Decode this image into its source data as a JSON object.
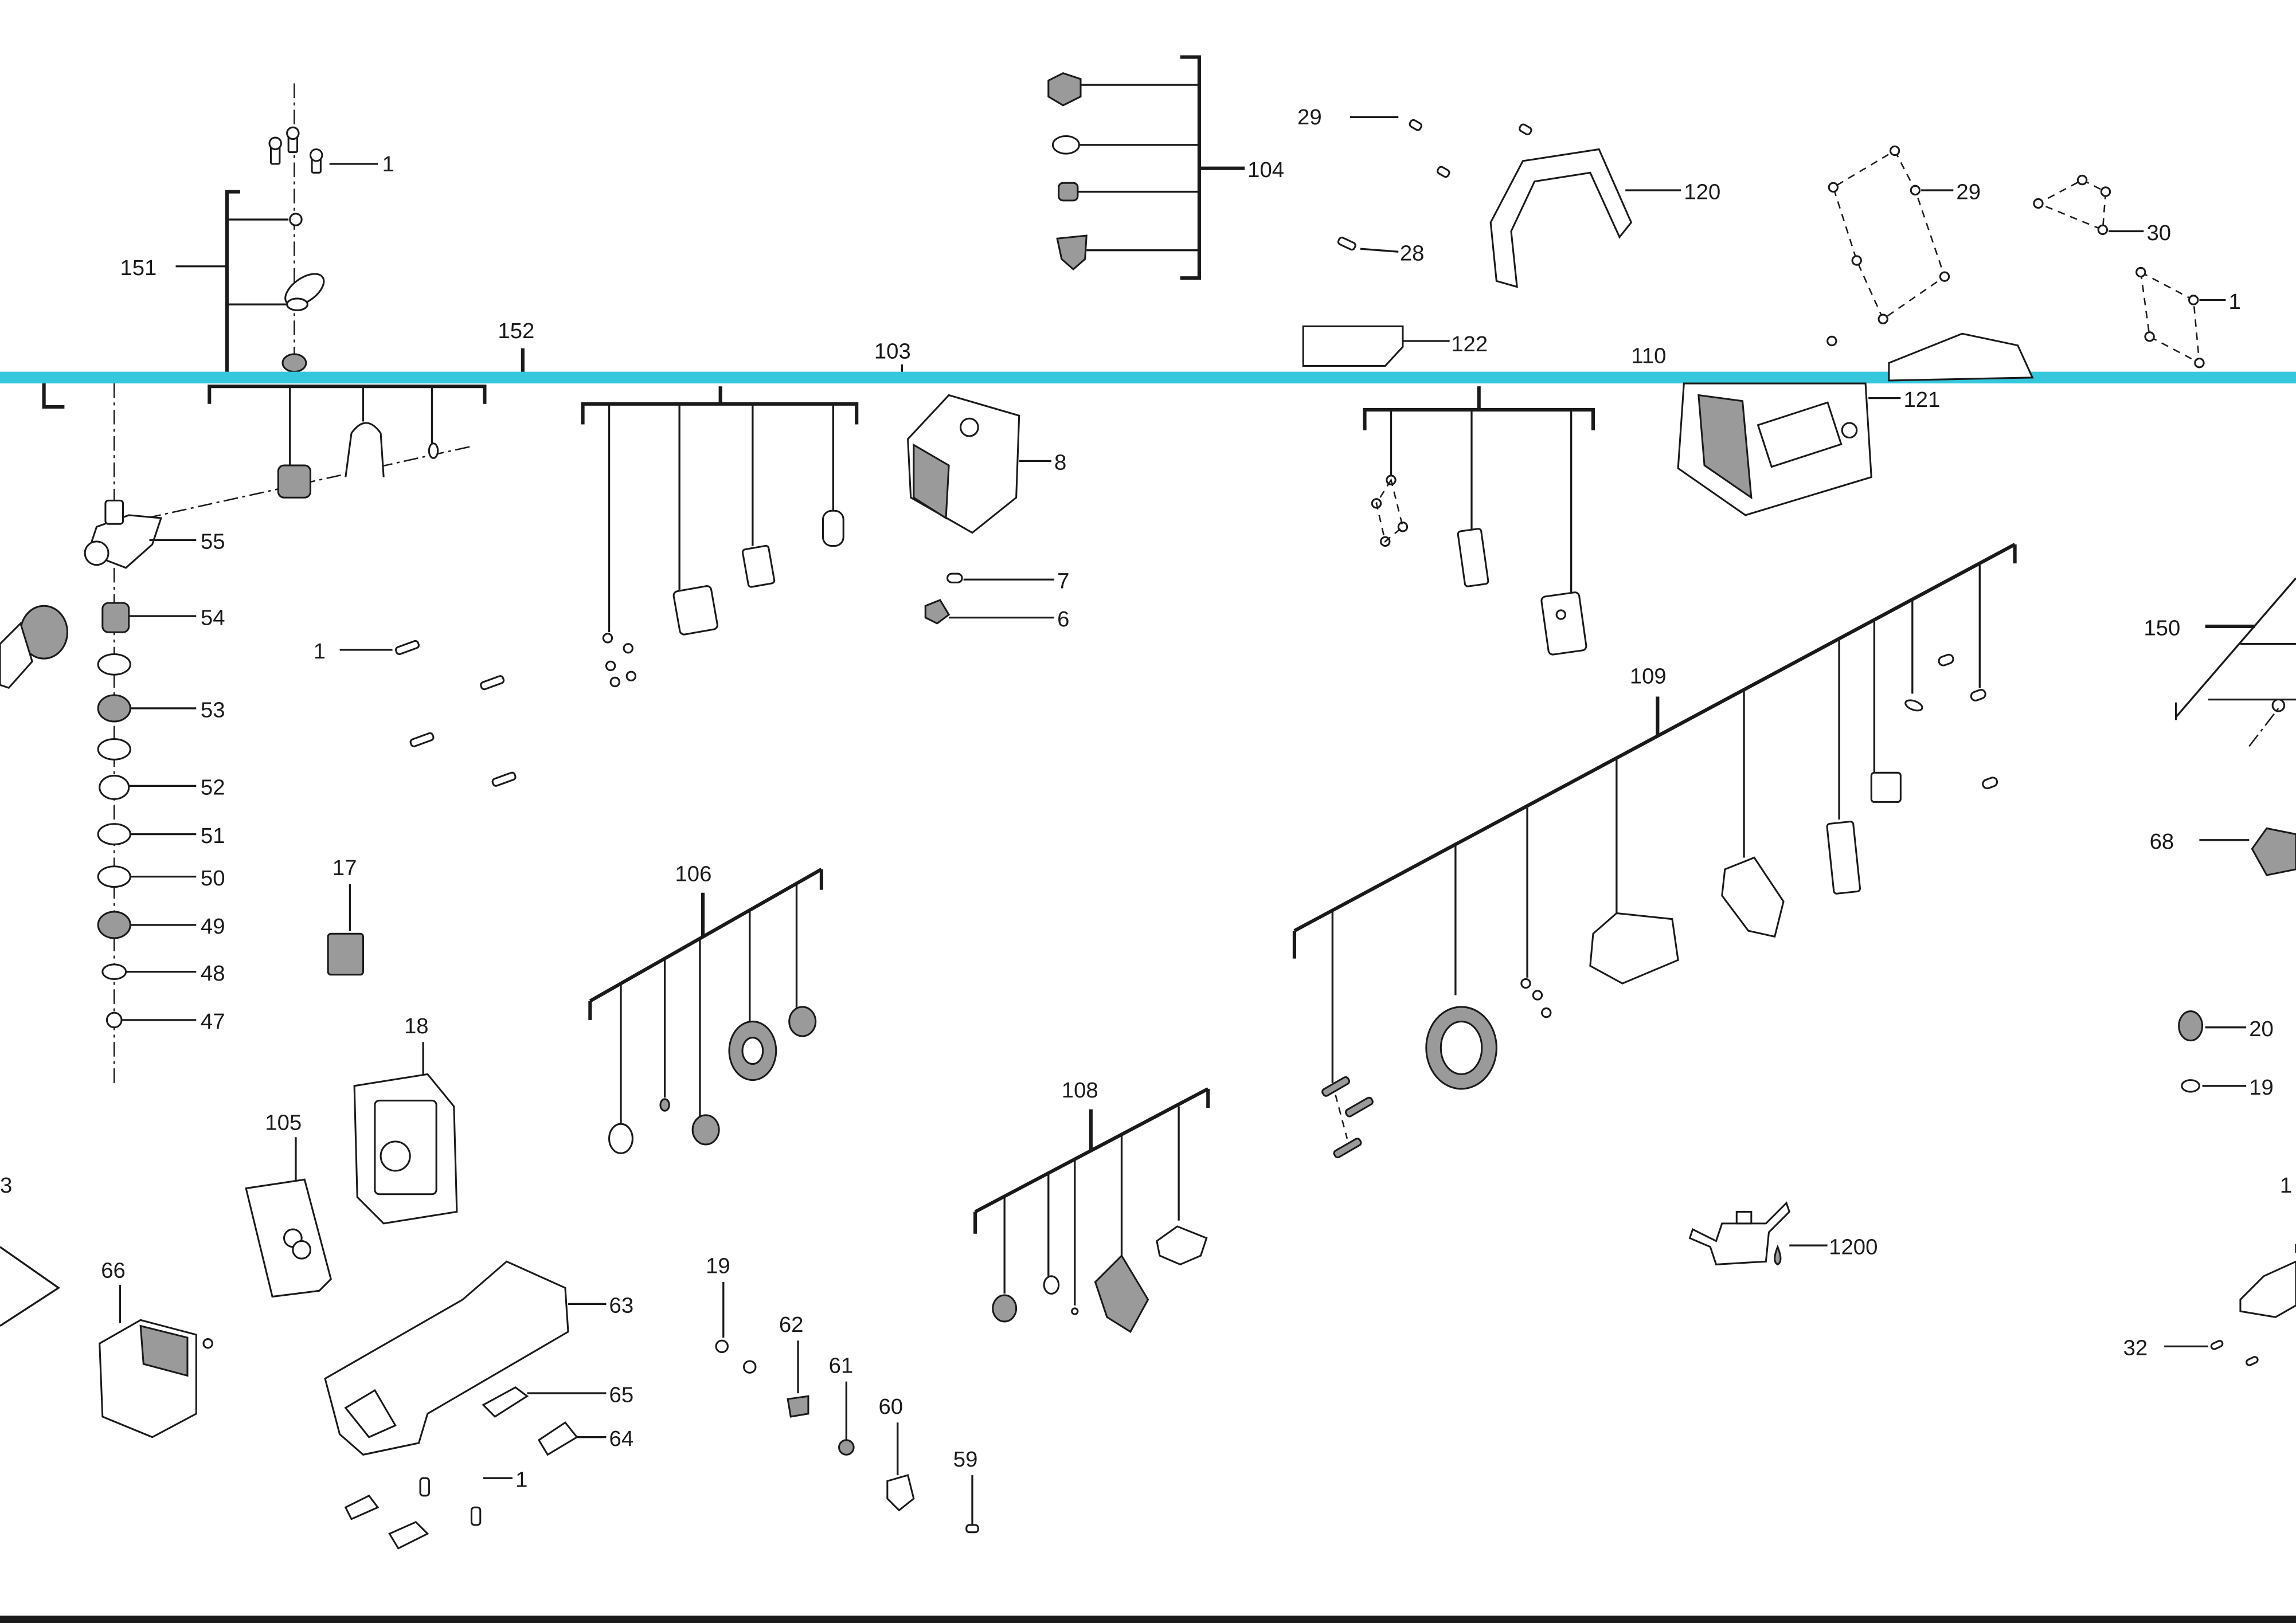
{
  "diagram": {
    "callouts": {
      "c1_top": "1",
      "c151": "151",
      "c152": "152",
      "c55": "55",
      "c54": "54",
      "c53": "53",
      "c52": "52",
      "c51": "51",
      "c50": "50",
      "c49": "49",
      "c48": "48",
      "c47": "47",
      "c1_mid": "1",
      "c17": "17",
      "c18": "18",
      "c105": "105",
      "c66": "66",
      "c63": "63",
      "c65": "65",
      "c64": "64",
      "c1_bottom": "1",
      "c3": "3",
      "c103": "103",
      "c104": "104",
      "c8": "8",
      "c7": "7",
      "c6": "6",
      "c106": "106",
      "c108": "108",
      "c19_left": "19",
      "c62": "62",
      "c61": "61",
      "c60": "60",
      "c59": "59",
      "c29_a": "29",
      "c28": "28",
      "c120": "120",
      "c122": "122",
      "c110": "110",
      "c121": "121",
      "c29_b": "29",
      "c30": "30",
      "c1_right": "1",
      "c109": "109",
      "c150": "150",
      "c68": "68",
      "c20": "20",
      "c19_right": "19",
      "c1200": "1200",
      "c1_edge": "1",
      "c32": "32"
    },
    "colors": {
      "ink": "#1a1a1a",
      "highlight_band": "#35c8dc",
      "part_shade": "#9a9a9a"
    }
  }
}
